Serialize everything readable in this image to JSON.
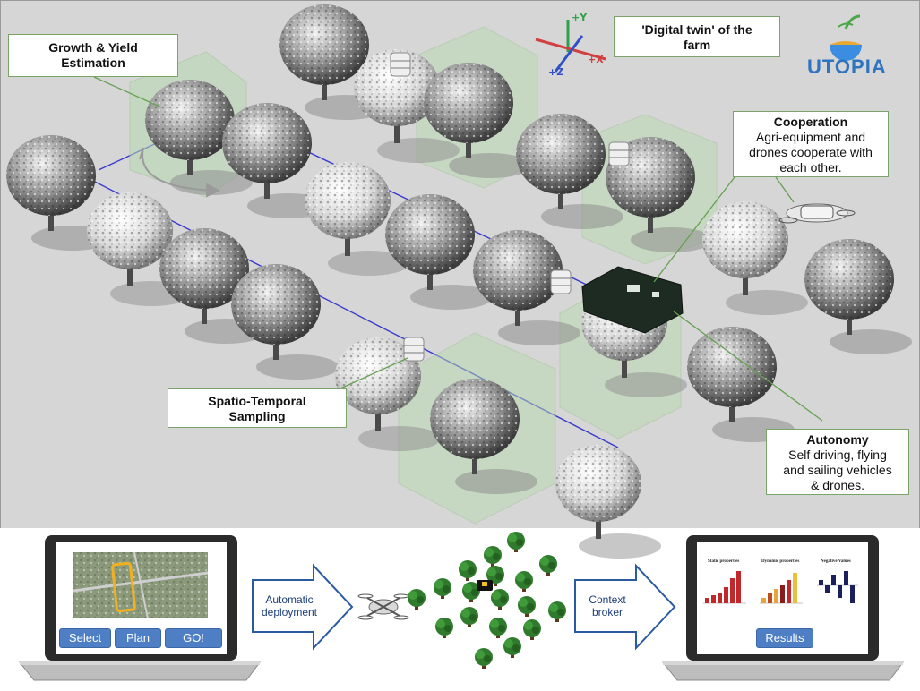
{
  "callouts": {
    "growth": {
      "title": "Growth & Yield",
      "body": "Estimation"
    },
    "twin": {
      "title": "'Digital twin' of the",
      "body": "farm"
    },
    "cooperation": {
      "title": "Cooperation",
      "line1": "Agri-equipment and",
      "line2": "drones cooperate with",
      "line3": "each other."
    },
    "sampling": {
      "title": "Spatio-Temporal",
      "body": "Sampling"
    },
    "autonomy": {
      "title": "Autonomy",
      "line1": "Self driving, flying",
      "line2": "and sailing vehicles",
      "line3": "& drones."
    }
  },
  "logo": {
    "text": "UTOPIA"
  },
  "axes": {
    "y": "+Y",
    "z": "+Z",
    "x": "+X"
  },
  "left_laptop": {
    "buttons": {
      "select": "Select",
      "plan": "Plan",
      "go": "GO!"
    }
  },
  "arrows": {
    "deploy": {
      "line1": "Automatic",
      "line2": "deployment"
    },
    "context": {
      "line1": "Context",
      "line2": "broker"
    }
  },
  "right_laptop": {
    "results_button": "Results",
    "charts": {
      "static": "Static properties",
      "dynamic": "Dynamic properties",
      "negative": "Negative Values"
    }
  },
  "colors": {
    "ground": "#d6d6d6",
    "box_fill": "#b7d9b0",
    "callout_border": "#7aa26a",
    "button": "#4e7fc4",
    "arrow_outline": "#2a5aa0",
    "bar_red": "#c0282c",
    "bar_orange": "#e8a33a",
    "bar_navy": "#1b1f5e"
  }
}
